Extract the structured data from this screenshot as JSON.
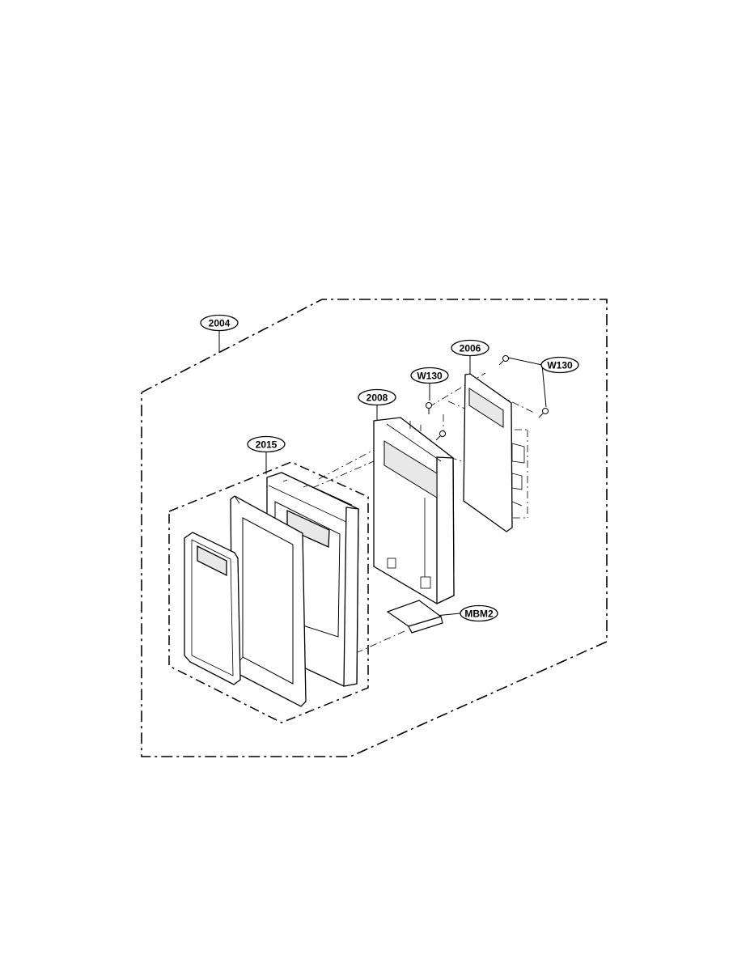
{
  "diagram": {
    "colors": {
      "ink": "#000000",
      "background": "#ffffff",
      "part_fill": "#ffffff",
      "window_fill": "#e8e8e8"
    },
    "callouts": {
      "assembly": "2004",
      "door_frame": "2015",
      "control_panel_frame": "2008",
      "pcb_assembly": "2006",
      "screws_top": "W130",
      "screws_right": "W130",
      "bracket": "MBM2"
    }
  }
}
